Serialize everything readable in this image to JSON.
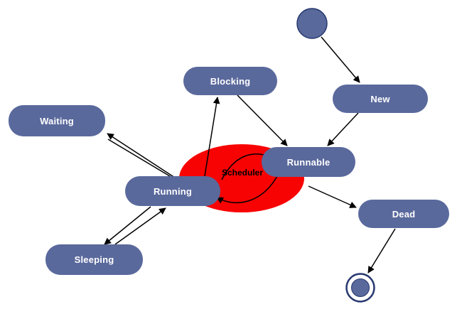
{
  "diagram": {
    "states": [
      {
        "id": "waiting",
        "label": "Waiting"
      },
      {
        "id": "blocking",
        "label": "Blocking"
      },
      {
        "id": "new",
        "label": "New"
      },
      {
        "id": "runnable",
        "label": "Runnable"
      },
      {
        "id": "running",
        "label": "Running"
      },
      {
        "id": "dead",
        "label": "Dead"
      },
      {
        "id": "sleeping",
        "label": "Sleeping"
      }
    ],
    "scheduler": {
      "label": "Scheduler"
    },
    "colors": {
      "state_fill": "#5a699c",
      "state_text": "#ffffff",
      "state_ring": "#27376f",
      "scheduler_fill": "#f80303",
      "scheduler_text": "#000000",
      "arrow": "#000000",
      "background": "#ffffff"
    }
  }
}
